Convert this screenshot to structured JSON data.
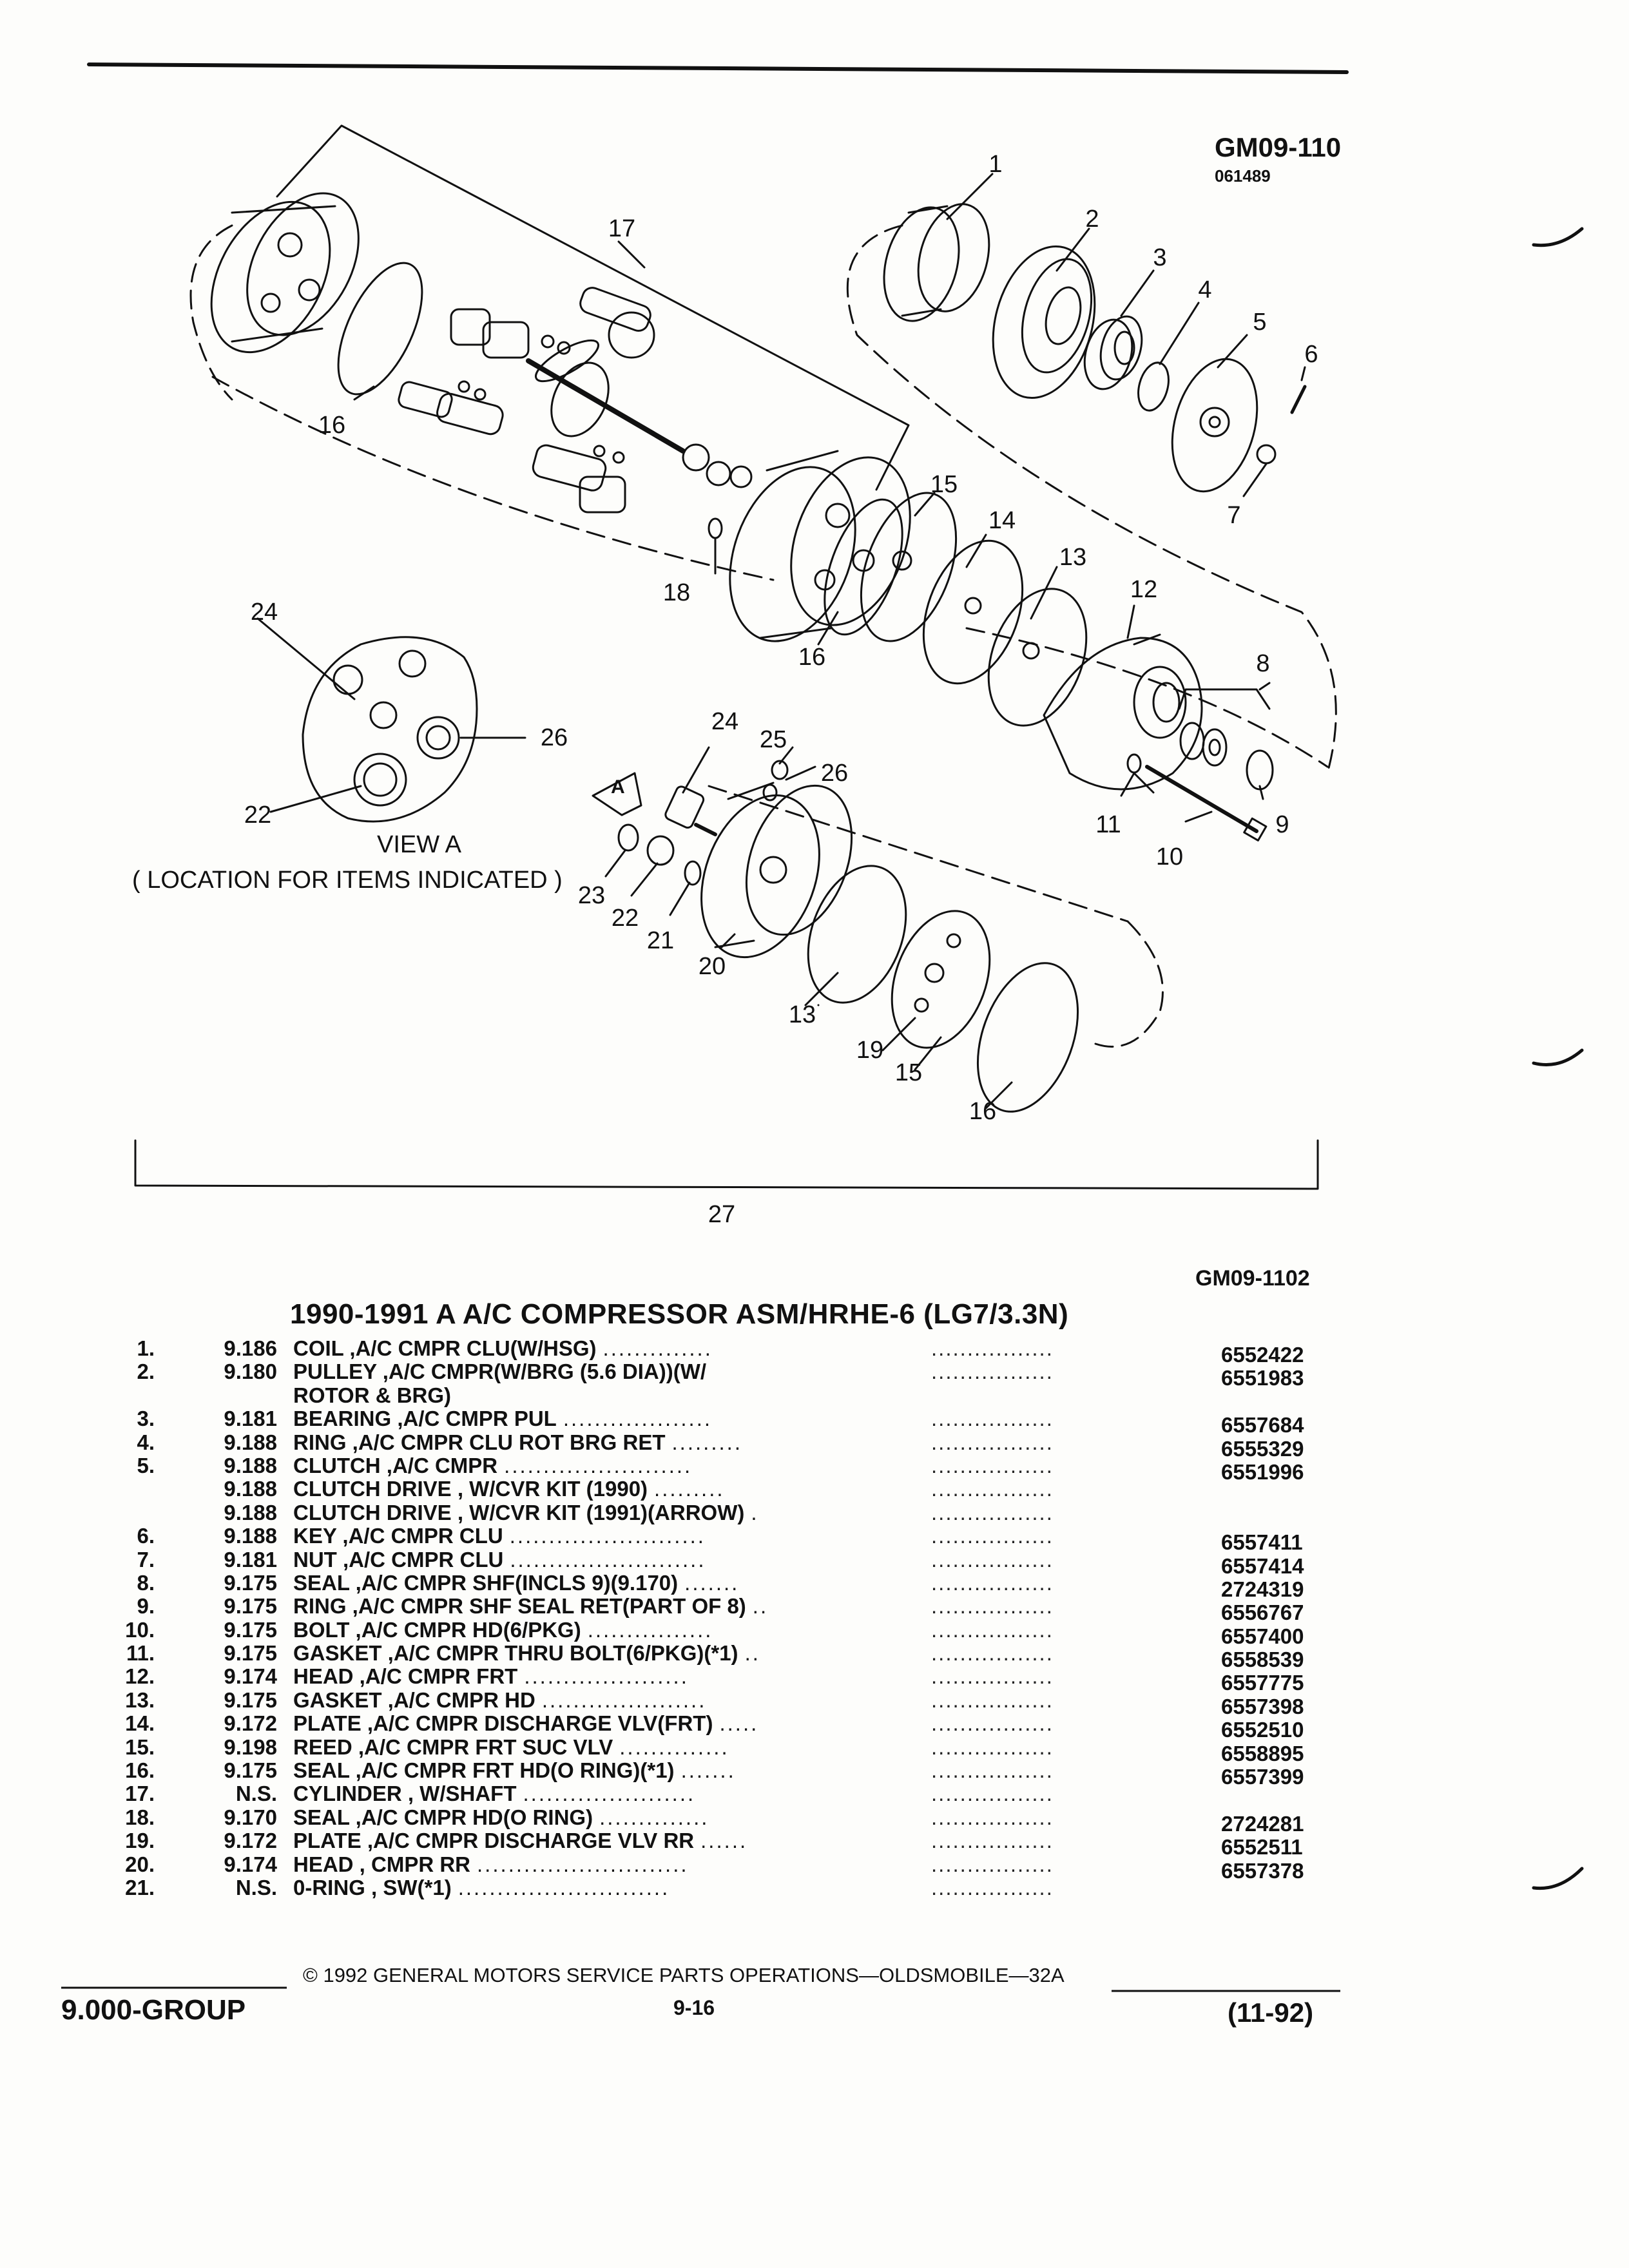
{
  "figure": {
    "code_top": "GM09-110",
    "date_code": "061489",
    "code_bottom": "GM09-1102",
    "view_a_title": "VIEW A",
    "view_a_caption": "( LOCATION FOR ITEMS INDICATED )",
    "arrow_marker": "A",
    "callouts": [
      "1",
      "2",
      "3",
      "4",
      "5",
      "6",
      "7",
      "8",
      "9",
      "10",
      "11",
      "12",
      "13",
      "14",
      "15",
      "16",
      "17",
      "18",
      "16",
      "24",
      "26",
      "22",
      "24",
      "25",
      "26",
      "23",
      "22",
      "21",
      "20",
      "13",
      "19",
      "15",
      "16",
      "27"
    ]
  },
  "parts_list": {
    "title": "1990-1991 A A/C COMPRESSOR ASM/HRHE-6 (LG7/3.3N)",
    "rows": [
      {
        "item": "1.",
        "group": "9.186",
        "desc": "COIL ,A/C CMPR CLU(W/HSG)",
        "dots": "..............",
        "dots2": ".................",
        "part": "6552422"
      },
      {
        "item": "2.",
        "group": "9.180",
        "desc": "PULLEY ,A/C CMPR(W/BRG (5.6 DIA))(W/",
        "dots": "",
        "dots2": ".................",
        "part": "6551983"
      },
      {
        "item": "",
        "group": "",
        "desc": "ROTOR & BRG)",
        "dots": "",
        "dots2": "",
        "part": ""
      },
      {
        "item": "3.",
        "group": "9.181",
        "desc": "BEARING ,A/C CMPR PUL",
        "dots": "...................",
        "dots2": ".................",
        "part": "6557684"
      },
      {
        "item": "4.",
        "group": "9.188",
        "desc": "RING ,A/C CMPR CLU ROT BRG RET",
        "dots": ".........",
        "dots2": ".................",
        "part": "6555329"
      },
      {
        "item": "5.",
        "group": "9.188",
        "desc": "CLUTCH ,A/C CMPR",
        "dots": "........................",
        "dots2": ".................",
        "part": "6551996"
      },
      {
        "item": "",
        "group": "9.188",
        "desc": "CLUTCH DRIVE , W/CVR KIT (1990)",
        "dots": ".........",
        "dots2": ".................",
        "part": ""
      },
      {
        "item": "",
        "group": "9.188",
        "desc": "CLUTCH DRIVE , W/CVR KIT (1991)(ARROW)",
        "dots": ".",
        "dots2": ".................",
        "part": ""
      },
      {
        "item": "6.",
        "group": "9.188",
        "desc": "KEY ,A/C CMPR CLU",
        "dots": ".........................",
        "dots2": ".................",
        "part": "6557411"
      },
      {
        "item": "7.",
        "group": "9.181",
        "desc": "NUT ,A/C CMPR CLU",
        "dots": ".........................",
        "dots2": ".................",
        "part": "6557414"
      },
      {
        "item": "8.",
        "group": "9.175",
        "desc": "SEAL ,A/C CMPR SHF(INCLS 9)(9.170)",
        "dots": ".......",
        "dots2": ".................",
        "part": "2724319"
      },
      {
        "item": "9.",
        "group": "9.175",
        "desc": "RING ,A/C CMPR SHF SEAL RET(PART OF 8)",
        "dots": "..",
        "dots2": ".................",
        "part": "6556767"
      },
      {
        "item": "10.",
        "group": "9.175",
        "desc": "BOLT ,A/C CMPR HD(6/PKG)",
        "dots": "................",
        "dots2": ".................",
        "part": "6557400"
      },
      {
        "item": "11.",
        "group": "9.175",
        "desc": "GASKET ,A/C CMPR THRU BOLT(6/PKG)(*1)",
        "dots": "..",
        "dots2": ".................",
        "part": "6558539"
      },
      {
        "item": "12.",
        "group": "9.174",
        "desc": "HEAD ,A/C CMPR FRT",
        "dots": ".....................",
        "dots2": ".................",
        "part": "6557775"
      },
      {
        "item": "13.",
        "group": "9.175",
        "desc": "GASKET ,A/C CMPR HD",
        "dots": ".....................",
        "dots2": ".................",
        "part": "6557398"
      },
      {
        "item": "14.",
        "group": "9.172",
        "desc": "PLATE ,A/C CMPR DISCHARGE VLV(FRT)",
        "dots": ".....",
        "dots2": ".................",
        "part": "6552510"
      },
      {
        "item": "15.",
        "group": "9.198",
        "desc": "REED ,A/C CMPR FRT SUC VLV",
        "dots": "..............",
        "dots2": ".................",
        "part": "6558895"
      },
      {
        "item": "16.",
        "group": "9.175",
        "desc": "SEAL ,A/C CMPR FRT HD(O RING)(*1)",
        "dots": ".......",
        "dots2": ".................",
        "part": "6557399"
      },
      {
        "item": "17.",
        "group": "N.S.",
        "desc": "CYLINDER , W/SHAFT",
        "dots": "......................",
        "dots2": ".................",
        "part": ""
      },
      {
        "item": "18.",
        "group": "9.170",
        "desc": "SEAL ,A/C CMPR HD(O RING)",
        "dots": "..............",
        "dots2": ".................",
        "part": "2724281"
      },
      {
        "item": "19.",
        "group": "9.172",
        "desc": "PLATE ,A/C CMPR DISCHARGE VLV RR",
        "dots": "......",
        "dots2": ".................",
        "part": "6552511"
      },
      {
        "item": "20.",
        "group": "9.174",
        "desc": "HEAD , CMPR RR",
        "dots": "...........................",
        "dots2": ".................",
        "part": "6557378"
      },
      {
        "item": "21.",
        "group": "N.S.",
        "desc": "0-RING , SW(*1)",
        "dots": "...........................",
        "dots2": ".................",
        "part": ""
      }
    ]
  },
  "footer": {
    "copyright": "© 1992 GENERAL MOTORS SERVICE PARTS OPERATIONS—OLDSMOBILE—32A",
    "group": "9.000-GROUP",
    "page_number": "9-16",
    "revision": "(11-92)"
  },
  "colors": {
    "ink": "#111111",
    "paper": "#fdfdfb"
  }
}
